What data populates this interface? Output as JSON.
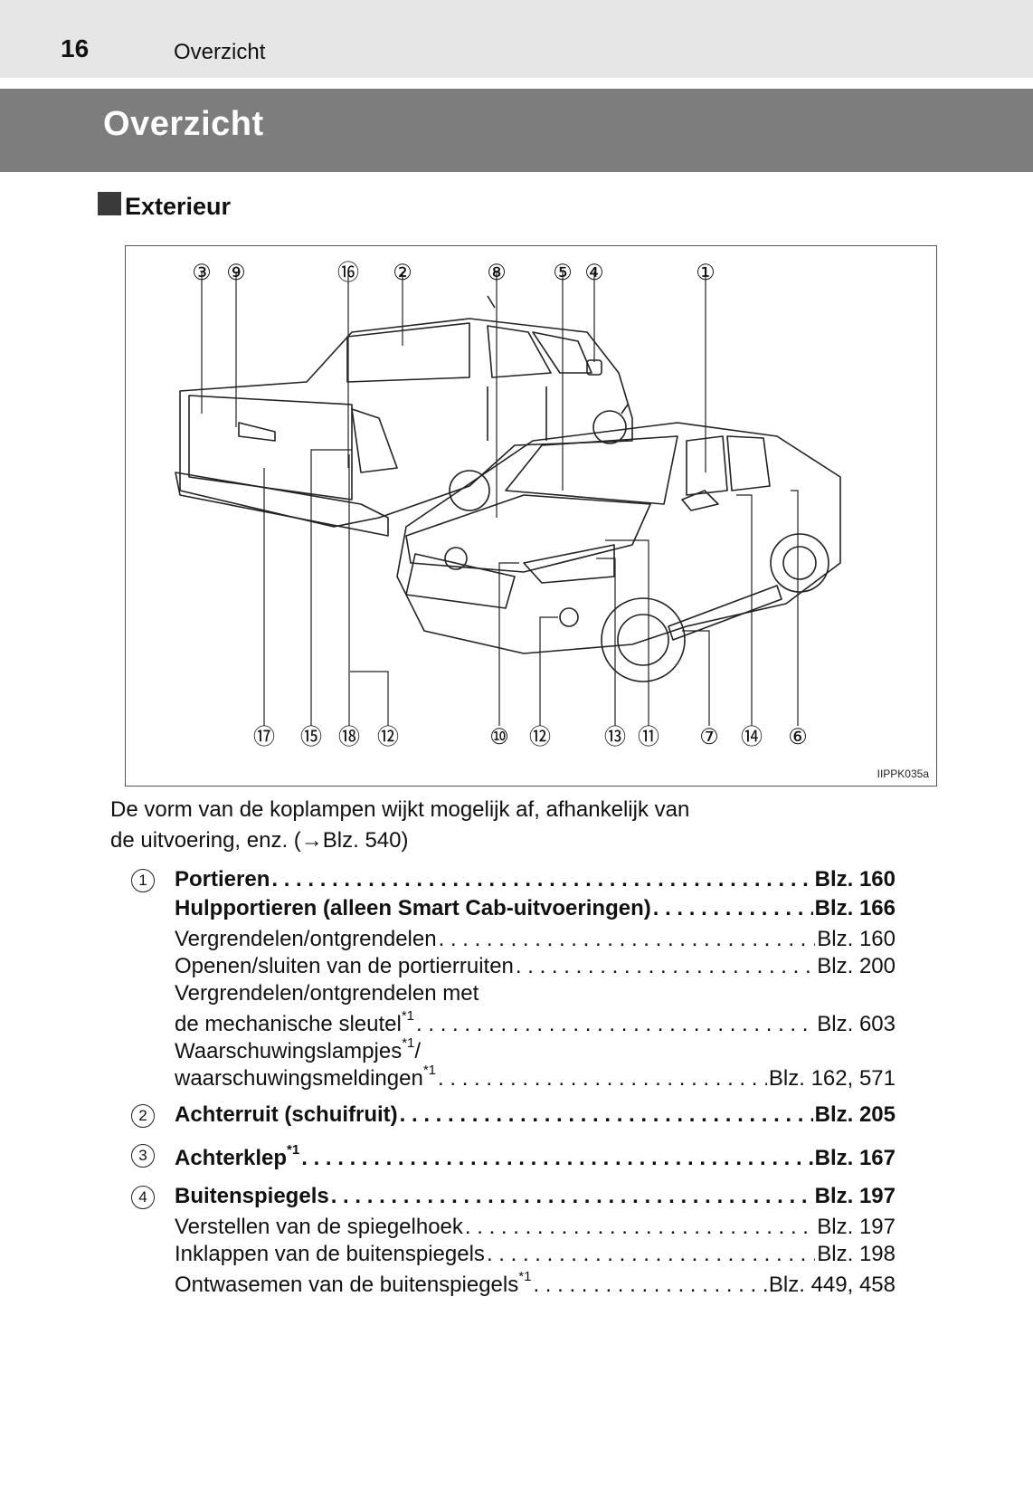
{
  "header": {
    "page_number": "16",
    "running_title": "Overzicht"
  },
  "title": "Overzicht",
  "section": {
    "title": "Exterieur"
  },
  "figure": {
    "code": "IIPPK035a",
    "top_callouts": [
      "③",
      "⑨",
      "⑯",
      "②",
      "⑧",
      "⑤",
      "④",
      "①"
    ],
    "bottom_callouts": [
      "⑰",
      "⑮",
      "⑱",
      "⑫",
      "⑩",
      "⑫",
      "⑬",
      "⑪",
      "⑦",
      "⑭",
      "⑥"
    ]
  },
  "intro": {
    "line1": "De vorm van de koplampen wijkt mogelijk af, afhankelijk van",
    "line2": "de uitvoering, enz. (→Blz. 540)"
  },
  "entries": [
    {
      "number": "1",
      "lines": [
        {
          "label": "Portieren",
          "ref": "Blz. 160",
          "bold": true
        },
        {
          "label": "Hulpportieren (alleen Smart Cab-uitvoeringen)",
          "ref": "Blz. 166",
          "bold": true
        },
        {
          "label": "Vergrendelen/ontgrendelen",
          "ref": "Blz. 160"
        },
        {
          "label": "Openen/sluiten van de portierruiten",
          "ref": "Blz. 200"
        },
        {
          "label": "Vergrendelen/ontgrendelen met"
        },
        {
          "label": "de mechanische sleutel",
          "sup": "*1",
          "ref": "Blz. 603"
        },
        {
          "label": "Waarschuwingslampjes",
          "sup": "*1",
          "suffix": "/"
        },
        {
          "label": "waarschuwingsmeldingen",
          "sup": "*1",
          "ref": "Blz. 162, 571"
        }
      ]
    },
    {
      "number": "2",
      "lines": [
        {
          "label": "Achterruit (schuifruit)",
          "ref": "Blz. 205",
          "bold": true
        }
      ]
    },
    {
      "number": "3",
      "lines": [
        {
          "label": "Achterklep",
          "sup": "*1",
          "ref": "Blz. 167",
          "bold": true
        }
      ]
    },
    {
      "number": "4",
      "lines": [
        {
          "label": "Buitenspiegels",
          "ref": "Blz. 197",
          "bold": true
        },
        {
          "label": "Verstellen van de spiegelhoek",
          "ref": "Blz. 197"
        },
        {
          "label": "Inklappen van de buitenspiegels",
          "ref": "Blz. 198"
        },
        {
          "label": "Ontwasemen van de buitenspiegels",
          "sup": "*1",
          "ref": "Blz. 449, 458"
        }
      ]
    }
  ]
}
